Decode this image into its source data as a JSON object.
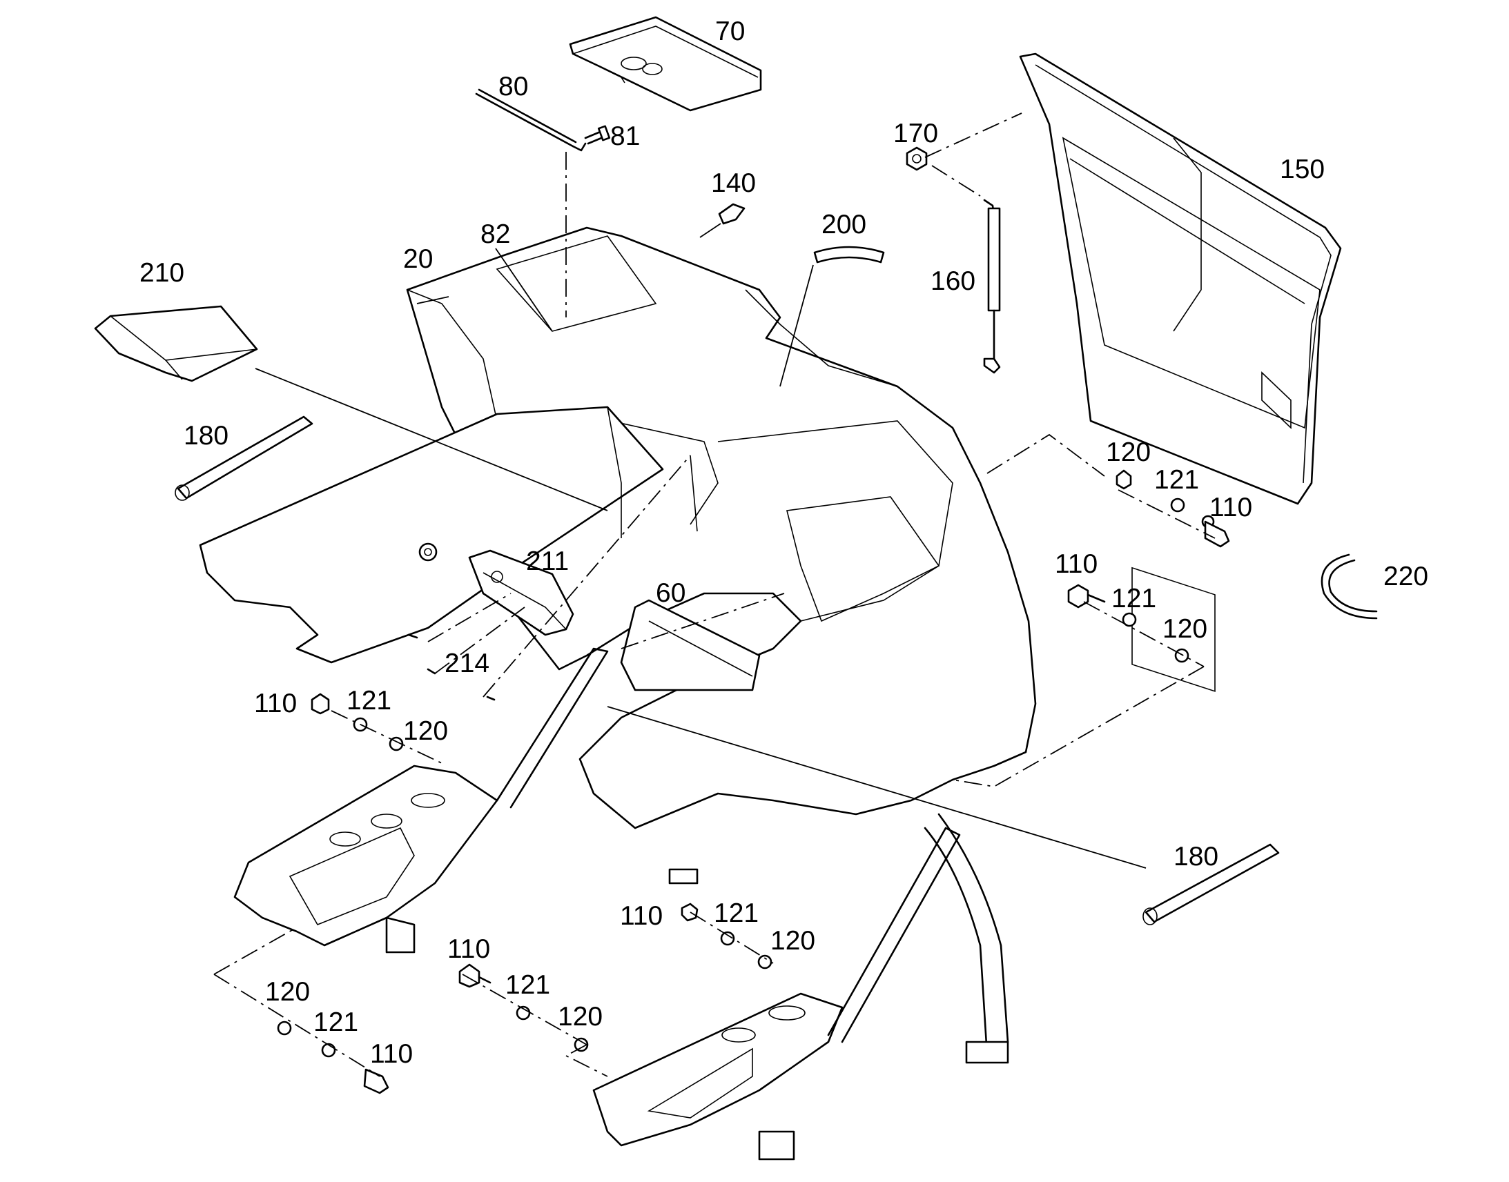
{
  "diagram": {
    "callouts": [
      {
        "id": "c-70",
        "text": "70"
      },
      {
        "id": "c-80",
        "text": "80"
      },
      {
        "id": "c-81",
        "text": "81"
      },
      {
        "id": "c-140",
        "text": "140"
      },
      {
        "id": "c-170",
        "text": "170"
      },
      {
        "id": "c-150",
        "text": "150"
      },
      {
        "id": "c-200",
        "text": "200"
      },
      {
        "id": "c-82",
        "text": "82"
      },
      {
        "id": "c-20",
        "text": "20"
      },
      {
        "id": "c-210",
        "text": "210"
      },
      {
        "id": "c-160",
        "text": "160"
      },
      {
        "id": "c-180a",
        "text": "180"
      },
      {
        "id": "c-120a",
        "text": "120"
      },
      {
        "id": "c-121a",
        "text": "121"
      },
      {
        "id": "c-110a",
        "text": "110"
      },
      {
        "id": "c-211",
        "text": "211"
      },
      {
        "id": "c-220",
        "text": "220"
      },
      {
        "id": "c-110b",
        "text": "110"
      },
      {
        "id": "c-60",
        "text": "60"
      },
      {
        "id": "c-121b",
        "text": "121"
      },
      {
        "id": "c-120b",
        "text": "120"
      },
      {
        "id": "c-214",
        "text": "214"
      },
      {
        "id": "c-110c",
        "text": "110"
      },
      {
        "id": "c-121c",
        "text": "121"
      },
      {
        "id": "c-120c",
        "text": "120"
      },
      {
        "id": "c-180b",
        "text": "180"
      },
      {
        "id": "c-110d",
        "text": "110"
      },
      {
        "id": "c-121d",
        "text": "121"
      },
      {
        "id": "c-120d",
        "text": "120"
      },
      {
        "id": "c-110e",
        "text": "110"
      },
      {
        "id": "c-121e",
        "text": "121"
      },
      {
        "id": "c-120e",
        "text": "120"
      },
      {
        "id": "c-120f",
        "text": "120"
      },
      {
        "id": "c-121f",
        "text": "121"
      },
      {
        "id": "c-110f",
        "text": "110"
      }
    ]
  }
}
